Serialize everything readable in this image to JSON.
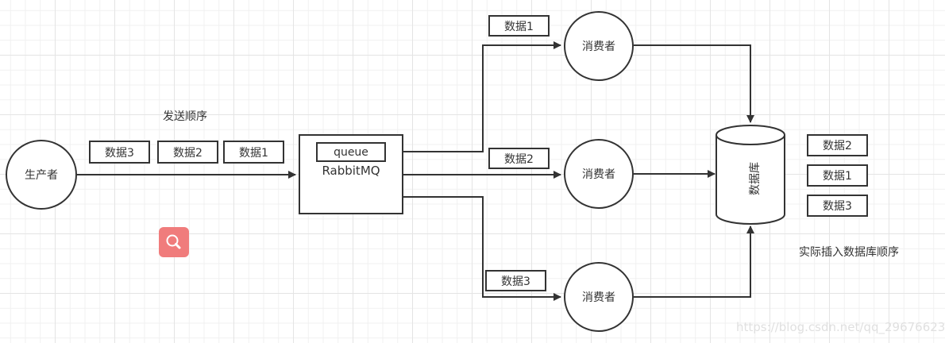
{
  "producer": {
    "label": "生产者"
  },
  "send_order": {
    "title": "发送顺序",
    "items": [
      "数据3",
      "数据2",
      "数据1"
    ]
  },
  "broker": {
    "name": "RabbitMQ",
    "queue_label": "queue"
  },
  "consumers": [
    {
      "label": "消费者",
      "data_label": "数据1"
    },
    {
      "label": "消费者",
      "data_label": "数据2"
    },
    {
      "label": "消费者",
      "data_label": "数据3"
    }
  ],
  "database": {
    "label": "数据库"
  },
  "insert_order": {
    "title": "实际插入数据库顺序",
    "items": [
      "数据2",
      "数据1",
      "数据3"
    ]
  },
  "search_button": {
    "icon": "search-icon",
    "color": "#f07c7c"
  },
  "watermark": "https://blog.csdn.net/qq_29676623"
}
